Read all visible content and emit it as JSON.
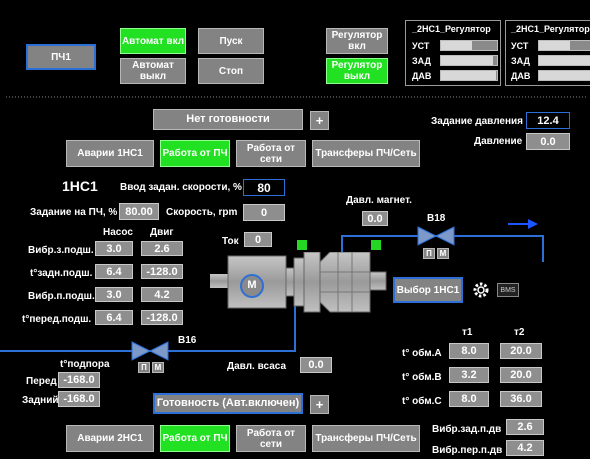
{
  "top": {
    "pch1": "ПЧ1",
    "auto_on": "Автомат вкл",
    "auto_off": "Автомат выкл",
    "start": "Пуск",
    "stop": "Стоп",
    "reg_on": "Регулятор вкл",
    "reg_off": "Регулятор выкл"
  },
  "regulators": [
    {
      "title": "_2НС1_Регулятор",
      "rows": [
        {
          "label": "УСТ",
          "level": 0.55
        },
        {
          "label": "ЗАД",
          "level": 0.92
        },
        {
          "label": "ДАВ",
          "level": 0.98
        }
      ]
    },
    {
      "title": "_2НС1_Регулятор",
      "rows": [
        {
          "label": "УСТ",
          "level": 0.55
        },
        {
          "label": "ЗАД",
          "level": 0.92
        },
        {
          "label": "ДАВ",
          "level": 0.98
        }
      ]
    }
  ],
  "status1": {
    "text": "Нет готовности",
    "plus": "+"
  },
  "pressure": {
    "setpoint_label": "Задание давления",
    "setpoint": "12.4",
    "label": "Давление",
    "value": "0.0"
  },
  "modes1": {
    "alarms": "Аварии 1НС1",
    "pch": "Работа от ПЧ",
    "grid": "Работа от сети",
    "transfer": "Трансферы ПЧ/Сеть"
  },
  "pump": {
    "name": "1НС1",
    "speed_input_label": "Ввод задан. скорости, %",
    "speed_input": "80",
    "pch_task_label": "Задание на ПЧ, %",
    "pch_task": "80.00",
    "speed_label": "Скорость, rpm",
    "speed": "0",
    "current_label": "Ток",
    "current": "0",
    "mag_label": "Давл. магнет.",
    "mag": "0.0",
    "motor": "M"
  },
  "bearings": {
    "col_pump": "Насос",
    "col_motor": "Двиг",
    "rows": [
      {
        "label": "Вибр.з.подш.",
        "pump": "3.0",
        "motor": "2.6"
      },
      {
        "label": "t°задн.подш.",
        "pump": "6.4",
        "motor": "-128.0"
      },
      {
        "label": "Вибр.п.подш.",
        "pump": "3.0",
        "motor": "4.2"
      },
      {
        "label": "t°перед.подш.",
        "pump": "6.4",
        "motor": "-128.0"
      }
    ]
  },
  "valves": {
    "b18": "В18",
    "b16": "В16",
    "p": "П",
    "m": "М"
  },
  "pch_select": "Выбор 1НС1",
  "bms_label": "BMS",
  "suction": {
    "label": "Давл. всаса",
    "value": "0.0"
  },
  "bearing_temp": {
    "title": "t°подпора",
    "front_label": "Перед",
    "front": "-168.0",
    "back_label": "Задний",
    "back": "-168.0"
  },
  "windings": {
    "col1": "т1",
    "col2": "т2",
    "rows": [
      {
        "label": "t° обм.А",
        "t1": "8.0",
        "t2": "20.0"
      },
      {
        "label": "t° обм.В",
        "t1": "3.2",
        "t2": "20.0"
      },
      {
        "label": "t° обм.С",
        "t1": "8.0",
        "t2": "36.0"
      }
    ]
  },
  "status2": {
    "text": "Готовность (Авт.включен)",
    "plus": "+"
  },
  "modes2": {
    "alarms": "Аварии 2НС1",
    "pch": "Работа от ПЧ",
    "grid": "Работа от сети",
    "transfer": "Трансферы ПЧ/Сеть"
  },
  "vibro": [
    {
      "label": "Вибр.зад.п.дв",
      "value": "2.6"
    },
    {
      "label": "Вибр.пер.п.дв",
      "value": "4.2"
    }
  ]
}
